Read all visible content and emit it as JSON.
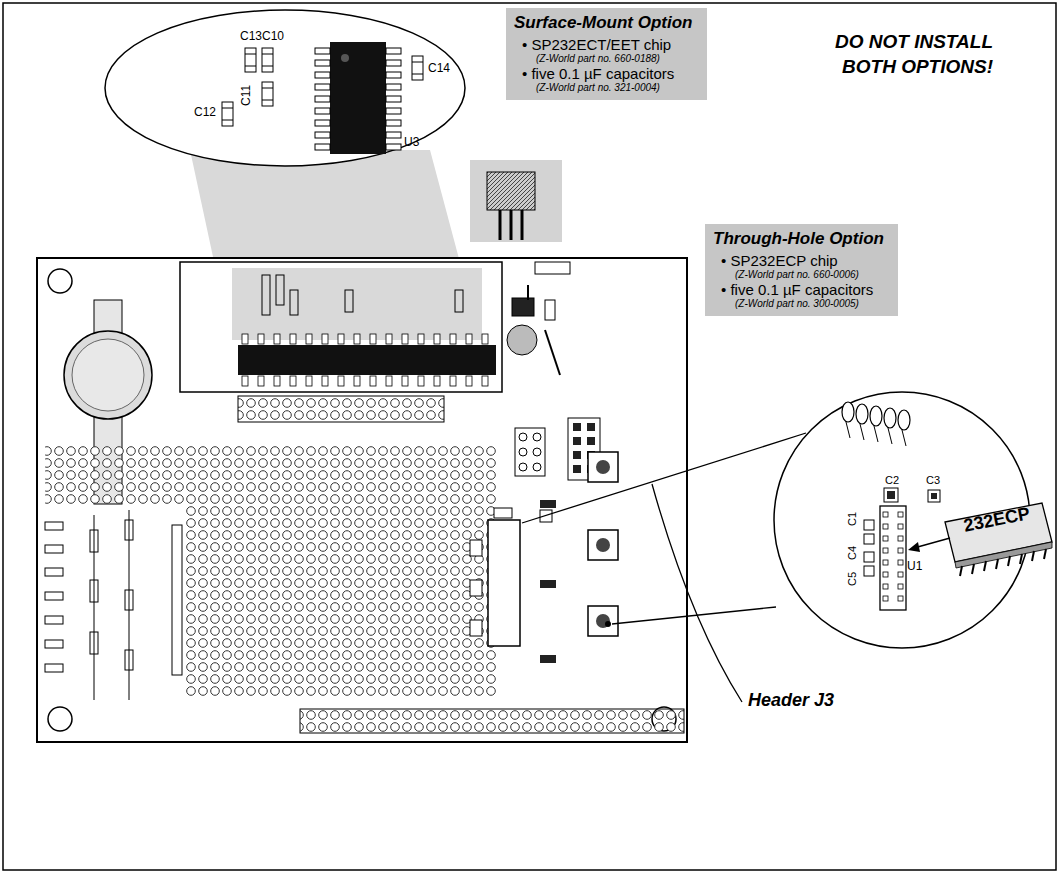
{
  "diagram": {
    "nodes": [
      {
        "text": [
          "Surface-Mount Option",
          "• SP232ECT/EET chip",
          "(Z-World part no. 660-0188)",
          "• five 0.1 µF capacitors",
          "(Z-World part no. 321-0004)"
        ]
      },
      {
        "text": [
          "Through-Hole Option",
          "• SP232ECP chip",
          "(Z-World part no. 660-0006)",
          "• five 0.1 µF capacitors",
          "(Z-World part no. 300-0005)"
        ]
      }
    ],
    "labels": [
      "DO NOT INSTALL BOTH OPTIONS!",
      "Header J3",
      "C12",
      "C13",
      "C10",
      "C11",
      "C14",
      "U3",
      "C1",
      "C2",
      "C3",
      "C4",
      "C5",
      "U1",
      "232ECP"
    ]
  }
}
